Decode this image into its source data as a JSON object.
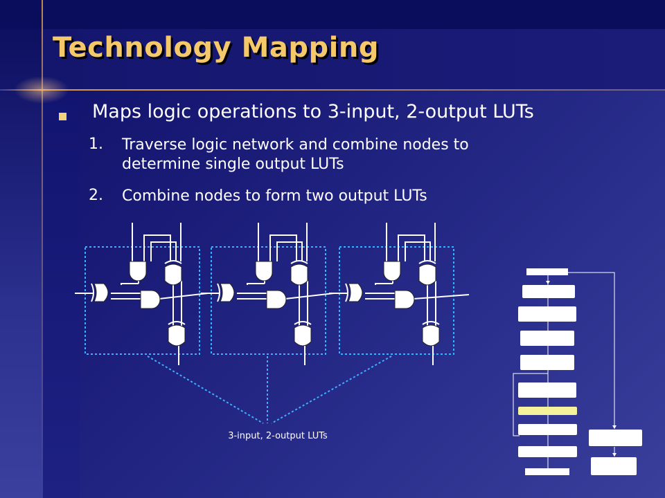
{
  "slide": {
    "title": "Technology Mapping",
    "bullet": "Maps logic operations to 3-input, 2-output LUTs",
    "steps": [
      {
        "number": "1.",
        "lines": [
          "Traverse logic network and combine nodes to",
          "determine single output LUTs"
        ]
      },
      {
        "number": "2.",
        "lines": [
          "Combine nodes to form two output LUTs"
        ]
      }
    ]
  },
  "diagram": {
    "lut_label": "3-input, 2-output LUTs"
  },
  "colors": {
    "title": "#f5c96a",
    "bullet": "#f3d37a",
    "lut_border": "#3fb0ff",
    "flow_highlight": "#f4f39b"
  }
}
